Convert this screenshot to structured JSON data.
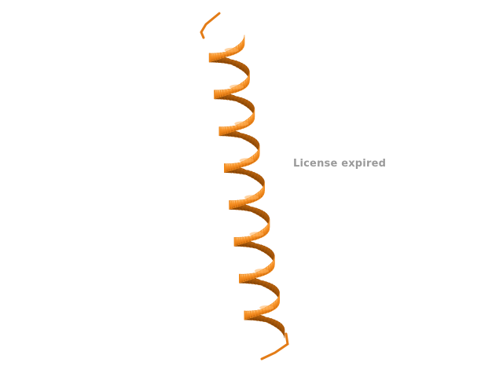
{
  "viewer": {
    "watermark_text": "License expired",
    "background_color": "#ffffff",
    "watermark_color": "#9a9a9a",
    "molecule": {
      "representation": "cartoon",
      "secondary_structure": "alpha-helix",
      "color": "#f28a1c",
      "color_light": "#ffb05a",
      "color_dark": "#a65406",
      "turns": 8
    }
  }
}
